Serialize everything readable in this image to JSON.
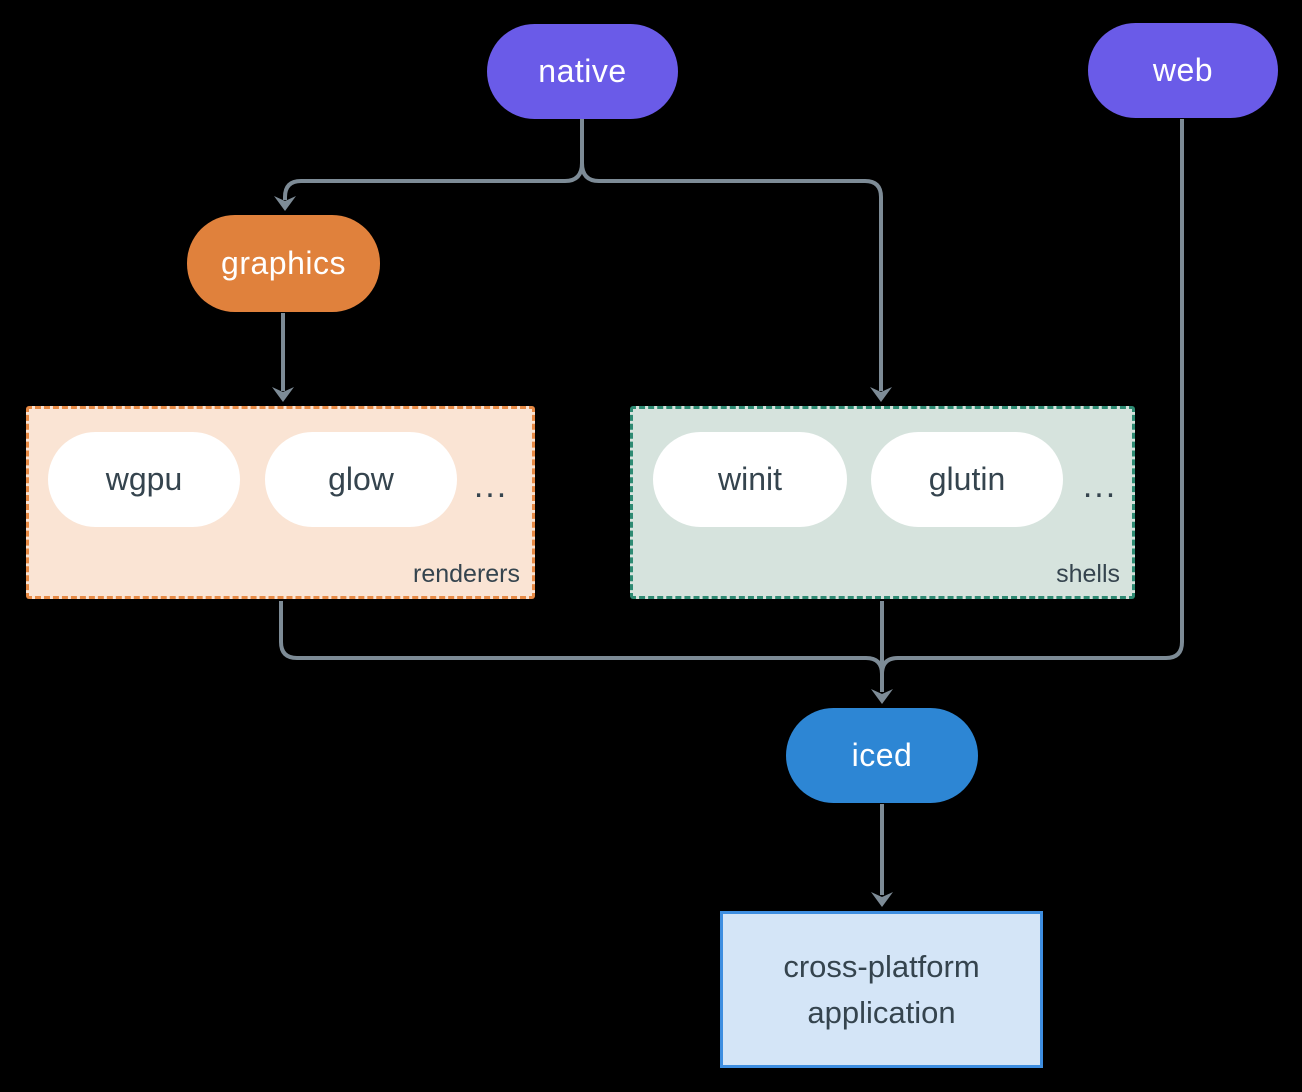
{
  "canvas": {
    "background": "#000000",
    "connector_color": "#7d8b96"
  },
  "nodes": {
    "native": {
      "label": "native",
      "fill": "#6a5be8",
      "text_color": "#ffffff"
    },
    "web": {
      "label": "web",
      "fill": "#6a5be8",
      "text_color": "#ffffff"
    },
    "graphics": {
      "label": "graphics",
      "fill": "#e0813c",
      "text_color": "#ffffff"
    },
    "iced": {
      "label": "iced",
      "fill": "#2d86d4",
      "text_color": "#ffffff"
    },
    "app": {
      "label_lines": [
        "cross-platform",
        "application"
      ],
      "fill": "#d4e5f7",
      "border": "#3e8ee0",
      "text_color": "#35444e"
    }
  },
  "groups": {
    "renderers": {
      "label": "renderers",
      "fill": "#fae4d4",
      "border": "#e78a45",
      "items": [
        {
          "label": "wgpu"
        },
        {
          "label": "glow"
        }
      ],
      "ellipsis": "...",
      "item_text_color": "#35444e"
    },
    "shells": {
      "label": "shells",
      "fill": "#d6e3dd",
      "border": "#2e8b73",
      "items": [
        {
          "label": "winit"
        },
        {
          "label": "glutin"
        }
      ],
      "ellipsis": "...",
      "item_text_color": "#35444e"
    }
  }
}
